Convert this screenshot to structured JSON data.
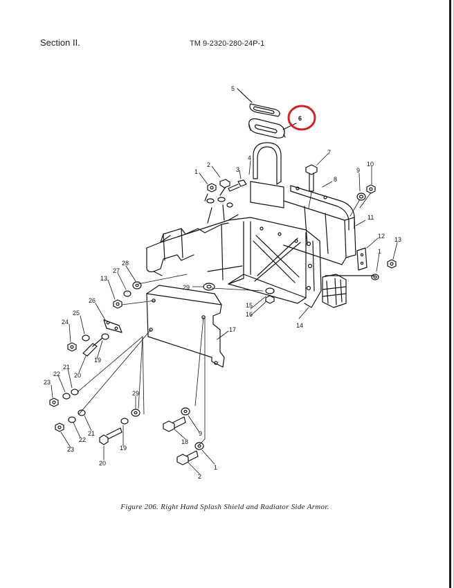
{
  "header": {
    "section": "Section II.",
    "doc_number": "TM 9-2320-280-24P-1"
  },
  "caption": "Figure 206.  Right Hand Splash Shield and Radiator Side Armor.",
  "highlight": {
    "color": "#d42020",
    "item": "6"
  },
  "callouts": {
    "c1a": "1",
    "c2a": "2",
    "c3": "3",
    "c4": "4",
    "c5": "5",
    "c6": "6",
    "c7": "7",
    "c8": "8",
    "c9a": "9",
    "c10": "10",
    "c11": "11",
    "c12": "12",
    "c13a": "13",
    "c1b": "1",
    "c14": "14",
    "c15": "15",
    "c16": "16",
    "c17": "17",
    "c28": "28",
    "c27": "27",
    "c13b": "13",
    "c29a": "29",
    "c26": "26",
    "c25": "25",
    "c24": "24",
    "c19a": "19",
    "c20a": "20",
    "c21a": "21",
    "c22a": "22",
    "c23a": "23",
    "c29b": "29",
    "c21b": "21",
    "c22b": "22",
    "c23b": "23",
    "c19b": "19",
    "c20b": "20",
    "c9b": "9",
    "c18": "18",
    "c1c": "1",
    "c2b": "2"
  }
}
